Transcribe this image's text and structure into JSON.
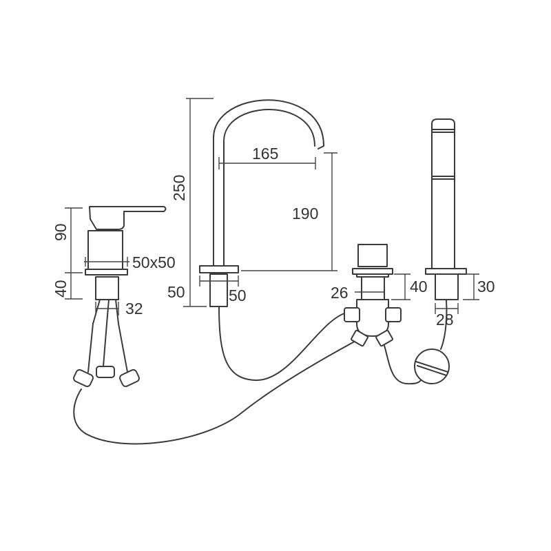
{
  "dimensions": {
    "mixer_height": "90",
    "mixer_base": "50x50",
    "mixer_below_deck": "40",
    "mixer_pipe_width": "32",
    "spout_total_height": "250",
    "spout_reach": "165",
    "spout_outlet_height": "190",
    "spout_below_deck": "50",
    "spout_pipe_width": "50",
    "diverter_pipe_width": "26",
    "diverter_below_deck": "40",
    "handshower_below_deck": "30",
    "handshower_pipe_width": "28"
  }
}
